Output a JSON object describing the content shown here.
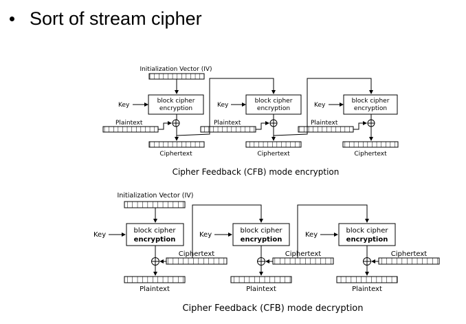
{
  "slide": {
    "bullet": "Sort of stream cipher"
  },
  "encryption": {
    "iv_label": "Initialization Vector (IV)",
    "key_label": "Key",
    "block_line1": "block cipher",
    "block_line2": "encryption",
    "plaintext_label": "Plaintext",
    "ciphertext_label": "Ciphertext",
    "caption": "Cipher Feedback (CFB) mode encryption"
  },
  "decryption": {
    "iv_label": "Initialization Vector (IV)",
    "key_label": "Key",
    "block_line1": "block cipher",
    "block_line2": "encryption",
    "ciphertext_label": "Ciphertext",
    "plaintext_label": "Plaintext",
    "caption": "Cipher Feedback (CFB) mode decryption"
  }
}
